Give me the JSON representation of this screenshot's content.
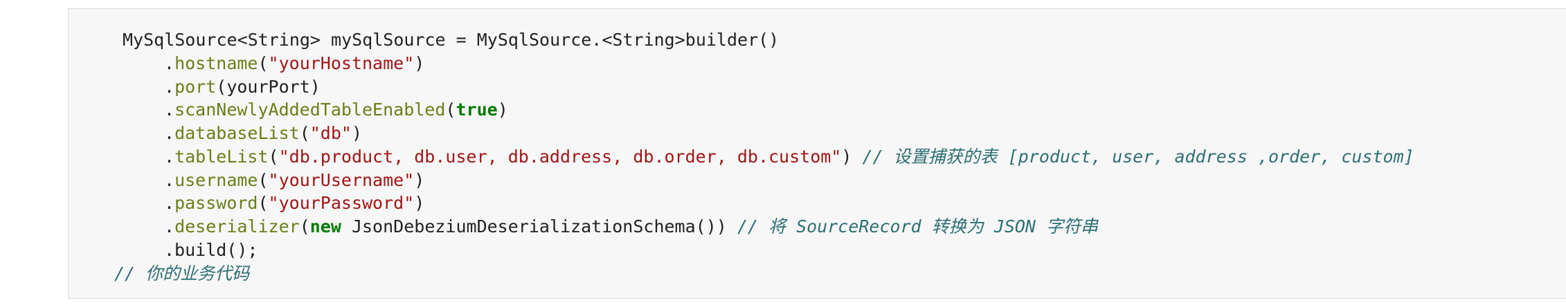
{
  "code": {
    "line1": {
      "text": "MySqlSource<String> mySqlSource = MySqlSource.<String>builder()"
    },
    "line2": {
      "dot": ".",
      "method": "hostname",
      "open": "(",
      "arg": "\"yourHostname\"",
      "close": ")"
    },
    "line3": {
      "dot": ".",
      "method": "port",
      "rest": "(yourPort)"
    },
    "line4": {
      "dot": ".",
      "method": "scanNewlyAddedTableEnabled",
      "open": "(",
      "kw": "true",
      "close": ")"
    },
    "line5": {
      "dot": ".",
      "method": "databaseList",
      "open": "(",
      "arg": "\"db\"",
      "close": ")"
    },
    "line6": {
      "dot": ".",
      "method": "tableList",
      "open": "(",
      "arg": "\"db.product, db.user, db.address, db.order, db.custom\"",
      "close": ") ",
      "comment": "// 设置捕获的表 [product, user, address ,order, custom]"
    },
    "line7": {
      "dot": ".",
      "method": "username",
      "open": "(",
      "arg": "\"yourUsername\"",
      "close": ")"
    },
    "line8": {
      "dot": ".",
      "method": "password",
      "open": "(",
      "arg": "\"yourPassword\"",
      "close": ")"
    },
    "line9": {
      "dot": ".",
      "method": "deserializer",
      "open": "(",
      "kw": "new",
      "rest": " JsonDebeziumDeserializationSchema()) ",
      "comment": "// 将 SourceRecord 转换为 JSON 字符串"
    },
    "line10": {
      "text": ".build();"
    },
    "line11": {
      "comment": "// 你的业务代码"
    }
  }
}
